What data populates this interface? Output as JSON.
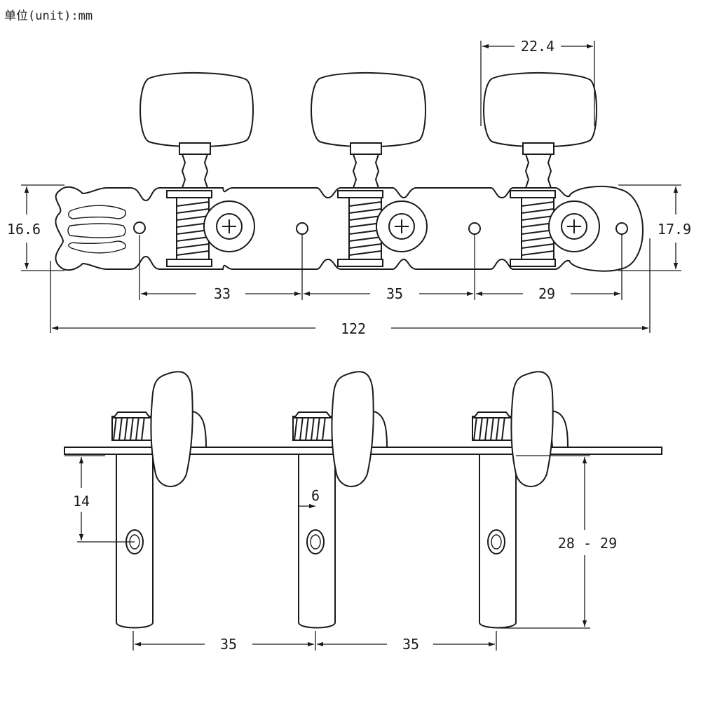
{
  "unit_label": "单位(unit):mm",
  "top_view": {
    "dimensions": {
      "knob_width": "22.4",
      "left_height": "16.6",
      "right_height": "17.9",
      "hole_spacing_1": "33",
      "hole_spacing_2": "35",
      "hole_spacing_3": "29",
      "overall_length": "122"
    }
  },
  "side_view": {
    "dimensions": {
      "hole_depth": "14",
      "post_diameter": "6",
      "post_length": "28 - 29",
      "post_spacing_1": "35",
      "post_spacing_2": "35"
    }
  }
}
